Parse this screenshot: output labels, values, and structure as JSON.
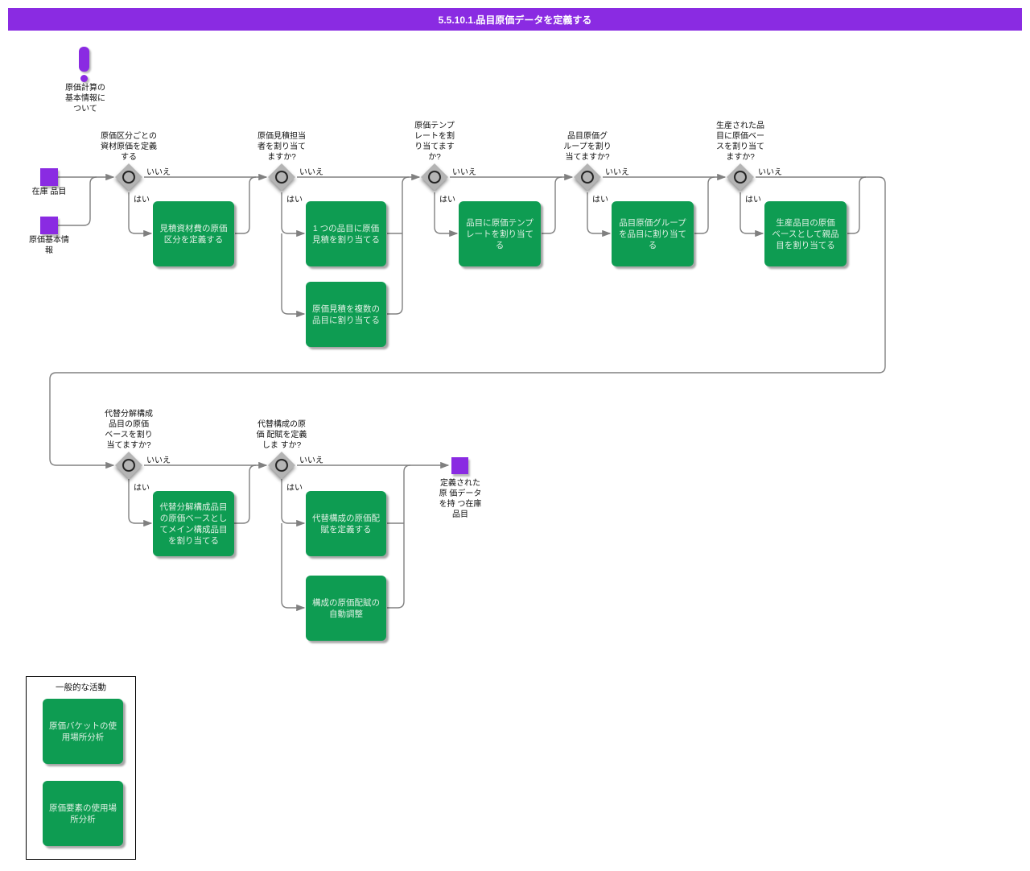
{
  "title": "5.5.10.1.品目原価データを定義する",
  "note": {
    "label": "原価計算の\n基本情報に\nついて"
  },
  "data_objects": [
    {
      "label": "在庫 品目"
    },
    {
      "label": "原価基本情\n報"
    },
    {
      "label": "定義された\n原 価データ\nを持 つ在庫\n品目"
    }
  ],
  "decisions": [
    {
      "label": "原価区分ごとの\n資材原価を定義\nする",
      "yes_label": "はい",
      "no_label": "いいえ"
    },
    {
      "label": "原価見積担当\n者を割り当て\nますか?",
      "yes_label": "はい",
      "no_label": "いいえ"
    },
    {
      "label": "原価テンプ\nレートを割\nり当てます\nか?",
      "yes_label": "はい",
      "no_label": "いいえ"
    },
    {
      "label": "品目原価グ\nループを割り\n当てますか?",
      "yes_label": "はい",
      "no_label": "いいえ"
    },
    {
      "label": "生産された品\n目に原価ベー\nスを割り当て\nますか?",
      "yes_label": "はい",
      "no_label": "いいえ"
    },
    {
      "label": "代替分解構成\n品目の原価\nベースを割り\n当てますか?",
      "yes_label": "はい",
      "no_label": "いいえ"
    },
    {
      "label": "代替構成の原\n価 配賦を定義\nしま すか?",
      "yes_label": "はい",
      "no_label": "いいえ"
    }
  ],
  "tasks": [
    {
      "label": "見積資材費の原価\n区分を定義する"
    },
    {
      "label": "1 つの品目に原価\n見積を割り当てる"
    },
    {
      "label": "原価見積を複数の\n品目に割り当てる"
    },
    {
      "label": "品目に原価テンプ\nレートを割り当て\nる"
    },
    {
      "label": "品目原価グループ\nを品目に割り当て\nる"
    },
    {
      "label": "生産品目の原価\nベースとして親品\n目を割り当てる"
    },
    {
      "label": "代替分解構成品目\nの原価ベースとし\nてメイン構成品目\nを割り当てる"
    },
    {
      "label": "代替構成の原価配\n賦を定義する"
    },
    {
      "label": "構成の原価配賦の\n自動調整"
    }
  ],
  "legend": {
    "title": "一般的な活動",
    "items": [
      {
        "label": "原価バケットの使\n用場所分析"
      },
      {
        "label": "原価要素の使用場\n所分析"
      }
    ]
  },
  "colors": {
    "purple": "#8A2BE2",
    "green": "#0E9C52",
    "line": "#808080",
    "diamond": "#B4B4B4",
    "task_text": "#DFF0E4"
  }
}
